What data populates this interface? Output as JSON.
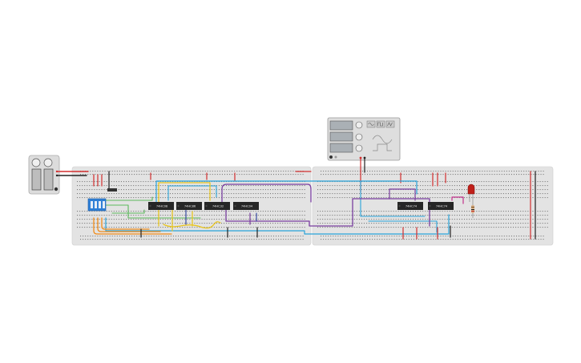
{
  "workspace": {
    "background_color": "#ffffff",
    "breadboard_color": "#e3e3e3"
  },
  "power_supply": {
    "icon": "battery-pack-icon"
  },
  "function_generator": {
    "icon": "function-generator-icon",
    "waveform_icons": [
      "sine-wave-icon",
      "square-wave-icon",
      "triangle-wave-icon"
    ]
  },
  "dip_switch": {
    "icon": "dip-switch-icon",
    "color": "#2f7fd6"
  },
  "chips": [
    {
      "label": "74HC08"
    },
    {
      "label": "74HC86"
    },
    {
      "label": "74HC32"
    },
    {
      "label": "74HC04"
    },
    {
      "label": "74HC74"
    },
    {
      "label": "74HC74"
    }
  ],
  "led": {
    "icon": "led-icon",
    "color": "#c0201a"
  },
  "resistor": {
    "icon": "resistor-icon"
  },
  "wire_colors": {
    "red": "#d32f2f",
    "black": "#222222",
    "blue": "#29a3d9",
    "green": "#5cb85c",
    "yellow": "#e8c521",
    "orange": "#f08c1a",
    "purple": "#7a3fa0",
    "navy": "#2a3f9e",
    "magenta": "#c2338c"
  }
}
